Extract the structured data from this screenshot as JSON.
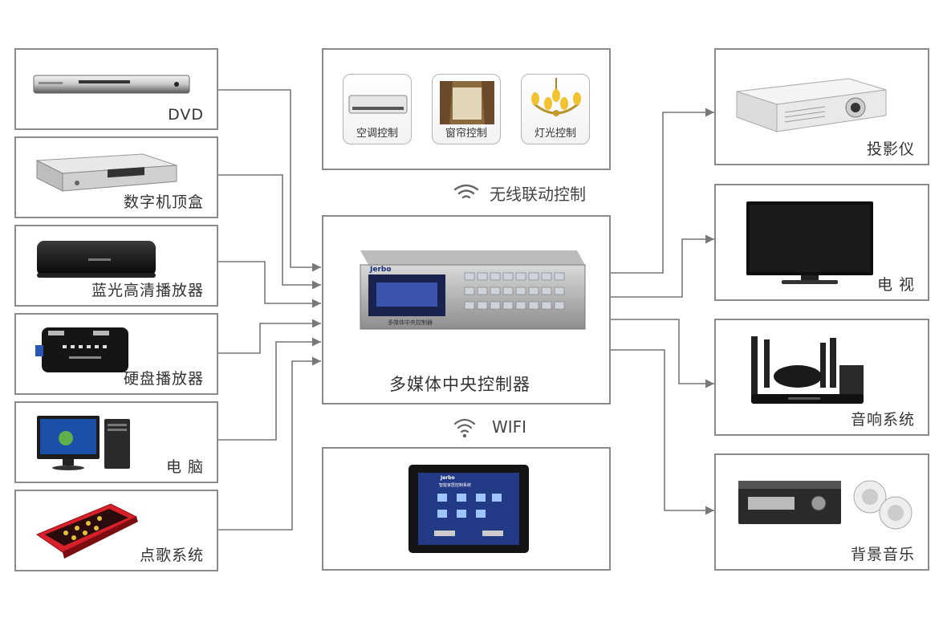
{
  "left_devices": [
    {
      "id": "dvd",
      "label": "DVD",
      "icon": "dvd-player-icon"
    },
    {
      "id": "stb",
      "label": "数字机顶盒",
      "icon": "set-top-box-icon"
    },
    {
      "id": "bluray",
      "label": "蓝光高清播放器",
      "icon": "bluray-player-icon"
    },
    {
      "id": "hdd",
      "label": "硬盘播放器",
      "icon": "hdd-player-icon"
    },
    {
      "id": "pc",
      "label": "电 脑",
      "icon": "computer-icon"
    },
    {
      "id": "ktv",
      "label": "点歌系统",
      "icon": "karaoke-tablet-icon"
    }
  ],
  "right_devices": [
    {
      "id": "projector",
      "label": "投影仪",
      "icon": "projector-icon"
    },
    {
      "id": "tv",
      "label": "电 视",
      "icon": "tv-icon"
    },
    {
      "id": "audio",
      "label": "音响系统",
      "icon": "home-theater-icon"
    },
    {
      "id": "bgm",
      "label": "背景音乐",
      "icon": "background-music-icon"
    }
  ],
  "wireless": {
    "title": "无线联动控制",
    "controls": [
      {
        "label": "空调控制",
        "icon": "air-conditioner-icon"
      },
      {
        "label": "窗帘控制",
        "icon": "curtain-icon"
      },
      {
        "label": "灯光控制",
        "icon": "chandelier-icon"
      }
    ]
  },
  "center": {
    "title": "多媒体中央控制器",
    "brand": "Jerbo",
    "panel_text": "多媒体中央控制器"
  },
  "wifi": {
    "label": "WIFI",
    "panel_brand": "Jerbo",
    "panel_title": "智能家居控制系统"
  },
  "colors": {
    "border": "#8a8a8a",
    "wire": "#777777",
    "tablet_red": "#d8202a"
  }
}
